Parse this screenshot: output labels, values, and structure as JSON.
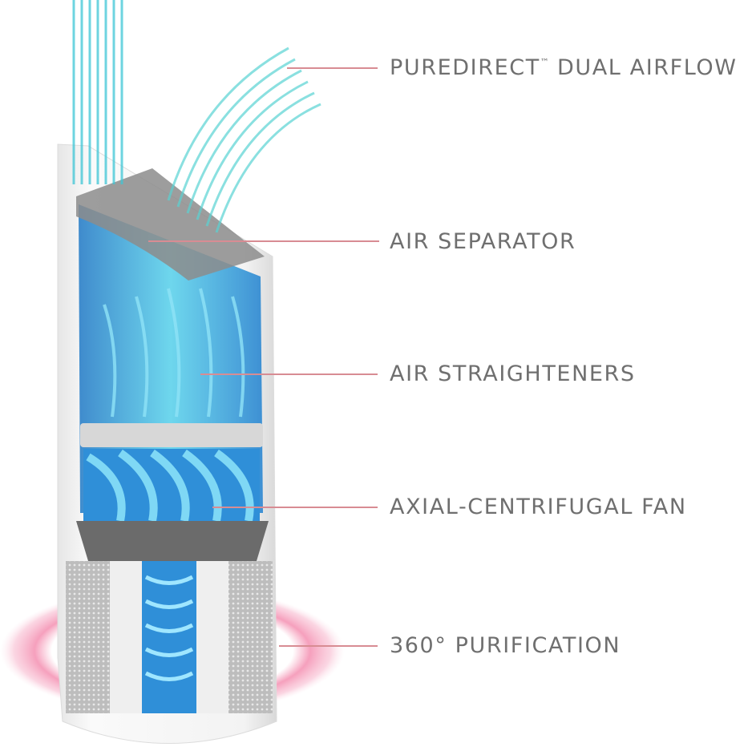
{
  "callouts": [
    {
      "id": "puredirect",
      "text": "PUREDIRECT",
      "tm": "™",
      "text_after": " DUAL AIRFLOW"
    },
    {
      "id": "separator",
      "text": "AIR SEPARATOR"
    },
    {
      "id": "straighteners",
      "text": "AIR STRAIGHTENERS"
    },
    {
      "id": "fan",
      "text": "AXIAL-CENTRIFUGAL FAN"
    },
    {
      "id": "purification",
      "text": "360° PURIFICATION"
    }
  ],
  "colors": {
    "label": "#6f6f6f",
    "leader": "#d88c93",
    "airflow": "#3ec6d6",
    "airflow_deep": "#1e88e5",
    "ring": "#f48fb1",
    "housing": "#f4f4f4",
    "filter": "#cfcfcf"
  }
}
